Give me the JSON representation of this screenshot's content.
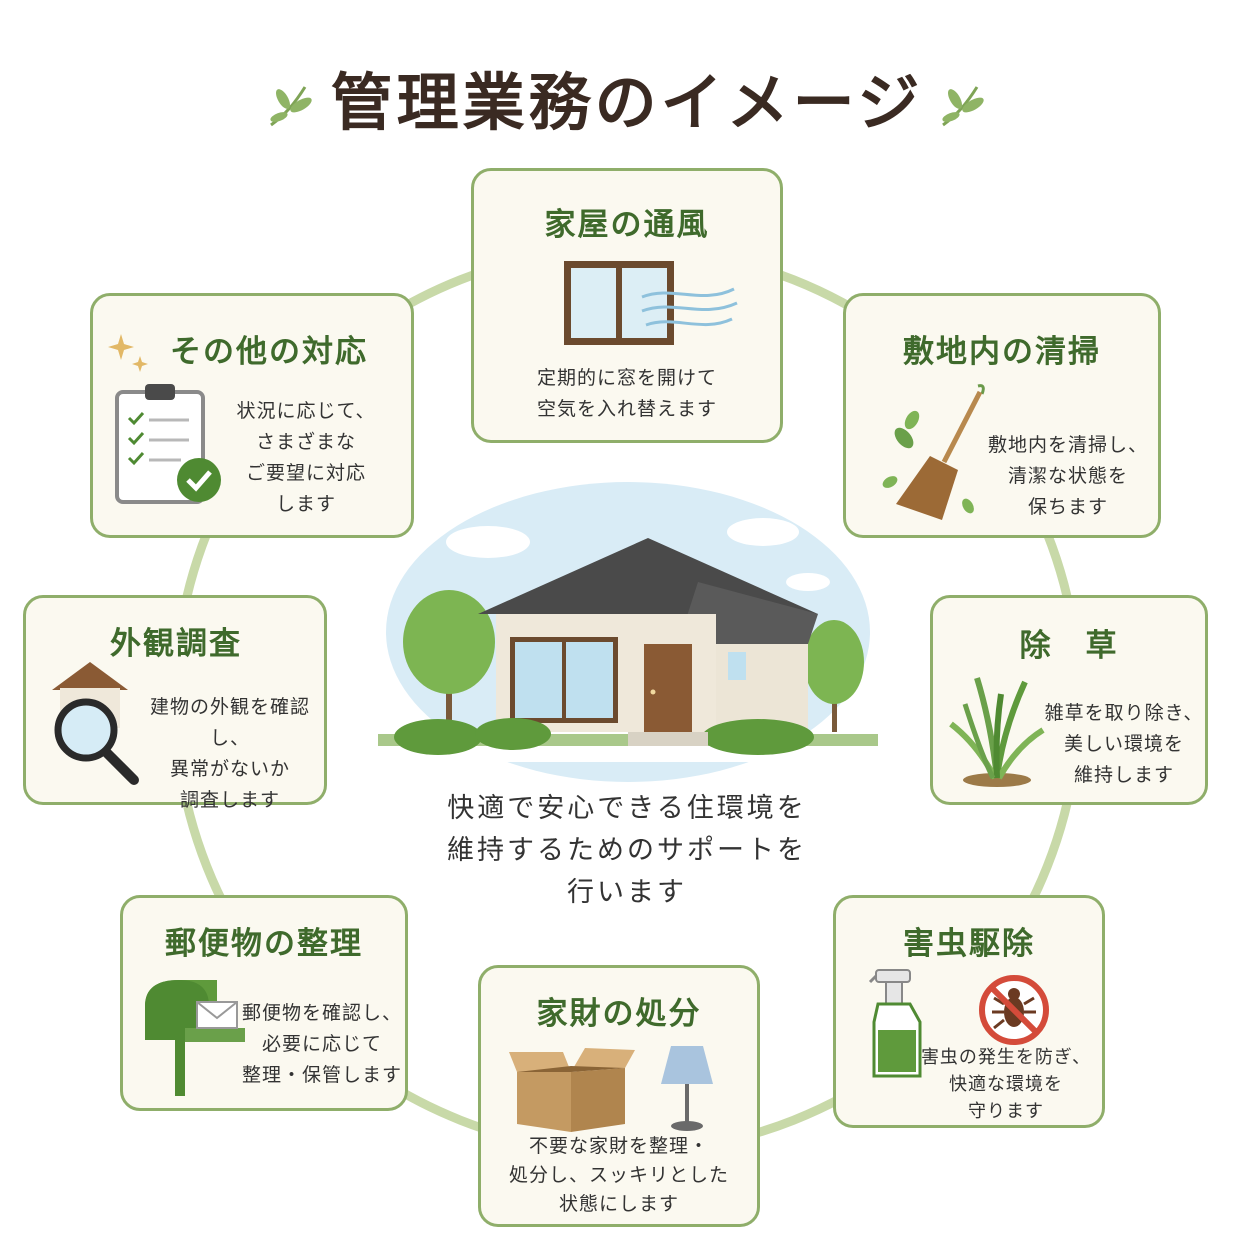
{
  "title": "管理業務のイメージ",
  "center_message": "快適で安心できる住環境を\n維持するためのサポートを\n行います",
  "colors": {
    "ring": "#c8d9a8",
    "card_border": "#8fae6a",
    "card_bg": "#fbf9f0",
    "card_title": "#3f6a2c",
    "main_title": "#3a2a22"
  },
  "cards": [
    {
      "id": "ventilation",
      "title": "家屋の通風",
      "desc": "定期的に窓を開けて\n空気を入れ替えます",
      "icon": "window-wind-icon"
    },
    {
      "id": "cleaning",
      "title": "敷地内の清掃",
      "desc": "敷地内を清掃し、\n清潔な状態を\n保ちます",
      "icon": "broom-icon"
    },
    {
      "id": "weeding",
      "title": "除　草",
      "desc": "雑草を取り除き、\n美しい環境を\n維持します",
      "icon": "grass-icon"
    },
    {
      "id": "pest",
      "title": "害虫駆除",
      "desc": "害虫の発生を防ぎ、\n快適な環境を\n守ります",
      "icon": "spray-no-bug-icon"
    },
    {
      "id": "disposal",
      "title": "家財の処分",
      "desc": "不要な家財を整理・\n処分し、スッキリとした\n状態にします",
      "icon": "box-lamp-icon"
    },
    {
      "id": "mail",
      "title": "郵便物の整理",
      "desc": "郵便物を確認し、\n必要に応じて\n整理・保管します",
      "icon": "mailbox-icon"
    },
    {
      "id": "exterior",
      "title": "外観調査",
      "desc": "建物の外観を確認し、\n異常がないか\n調査します",
      "icon": "house-magnifier-icon"
    },
    {
      "id": "other",
      "title": "その他の対応",
      "desc": "状況に応じて、\nさまざまな\nご要望に対応\nします",
      "icon": "clipboard-check-icon"
    }
  ]
}
